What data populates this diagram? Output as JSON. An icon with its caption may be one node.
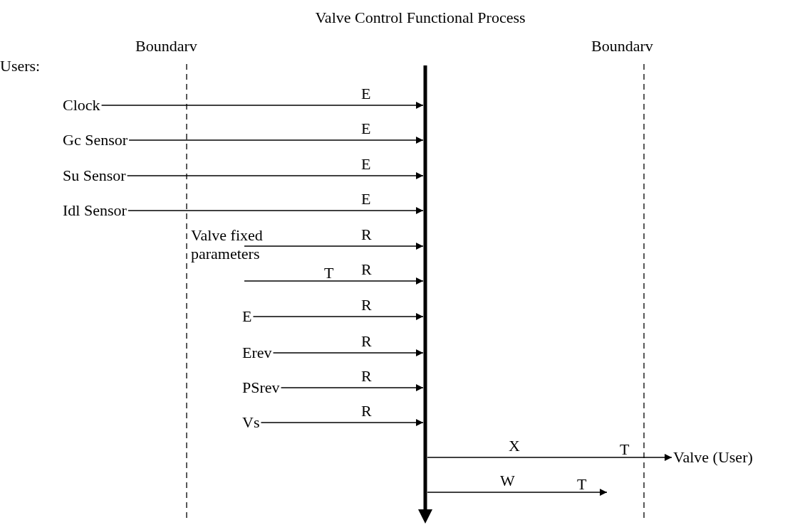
{
  "diagram": {
    "nodes": [
      {
        "text": [
          "Valve Control Functional Process"
        ]
      },
      {
        "text": [
          "Clock"
        ]
      },
      {
        "text": [
          "Gc Sensor"
        ]
      },
      {
        "text": [
          "Su Sensor"
        ]
      },
      {
        "text": [
          "Idl Sensor"
        ]
      },
      {
        "text": [
          "Valve fixed parameters"
        ]
      },
      {
        "text": [
          "E"
        ]
      },
      {
        "text": [
          "Erev"
        ]
      },
      {
        "text": [
          "PSrev"
        ]
      },
      {
        "text": [
          "Vs"
        ]
      },
      {
        "text": [
          "Valve (User)"
        ]
      }
    ],
    "edges": [
      {
        "from": 1,
        "to": 0,
        "arrow": "to",
        "label": "E"
      },
      {
        "from": 2,
        "to": 0,
        "arrow": "to",
        "label": "E"
      },
      {
        "from": 3,
        "to": 0,
        "arrow": "to",
        "label": "E"
      },
      {
        "from": 4,
        "to": 0,
        "arrow": "to",
        "label": "E"
      },
      {
        "from": 5,
        "to": 0,
        "arrow": "to",
        "label": "R"
      },
      {
        "from": null,
        "to": 0,
        "arrow": "to",
        "label": "R"
      },
      {
        "from": 6,
        "to": 0,
        "arrow": "to",
        "label": "R"
      },
      {
        "from": 7,
        "to": 0,
        "arrow": "to",
        "label": "R"
      },
      {
        "from": 8,
        "to": 0,
        "arrow": "to",
        "label": "R"
      },
      {
        "from": 9,
        "to": 0,
        "arrow": "to",
        "label": "R"
      },
      {
        "from": 0,
        "to": 10,
        "arrow": "to",
        "label": "X"
      },
      {
        "from": 0,
        "to": null,
        "arrow": "to",
        "label": "W"
      }
    ],
    "labels": [
      "Boundarv",
      "Boundarv",
      "Users:",
      "T",
      "T",
      "T"
    ]
  }
}
